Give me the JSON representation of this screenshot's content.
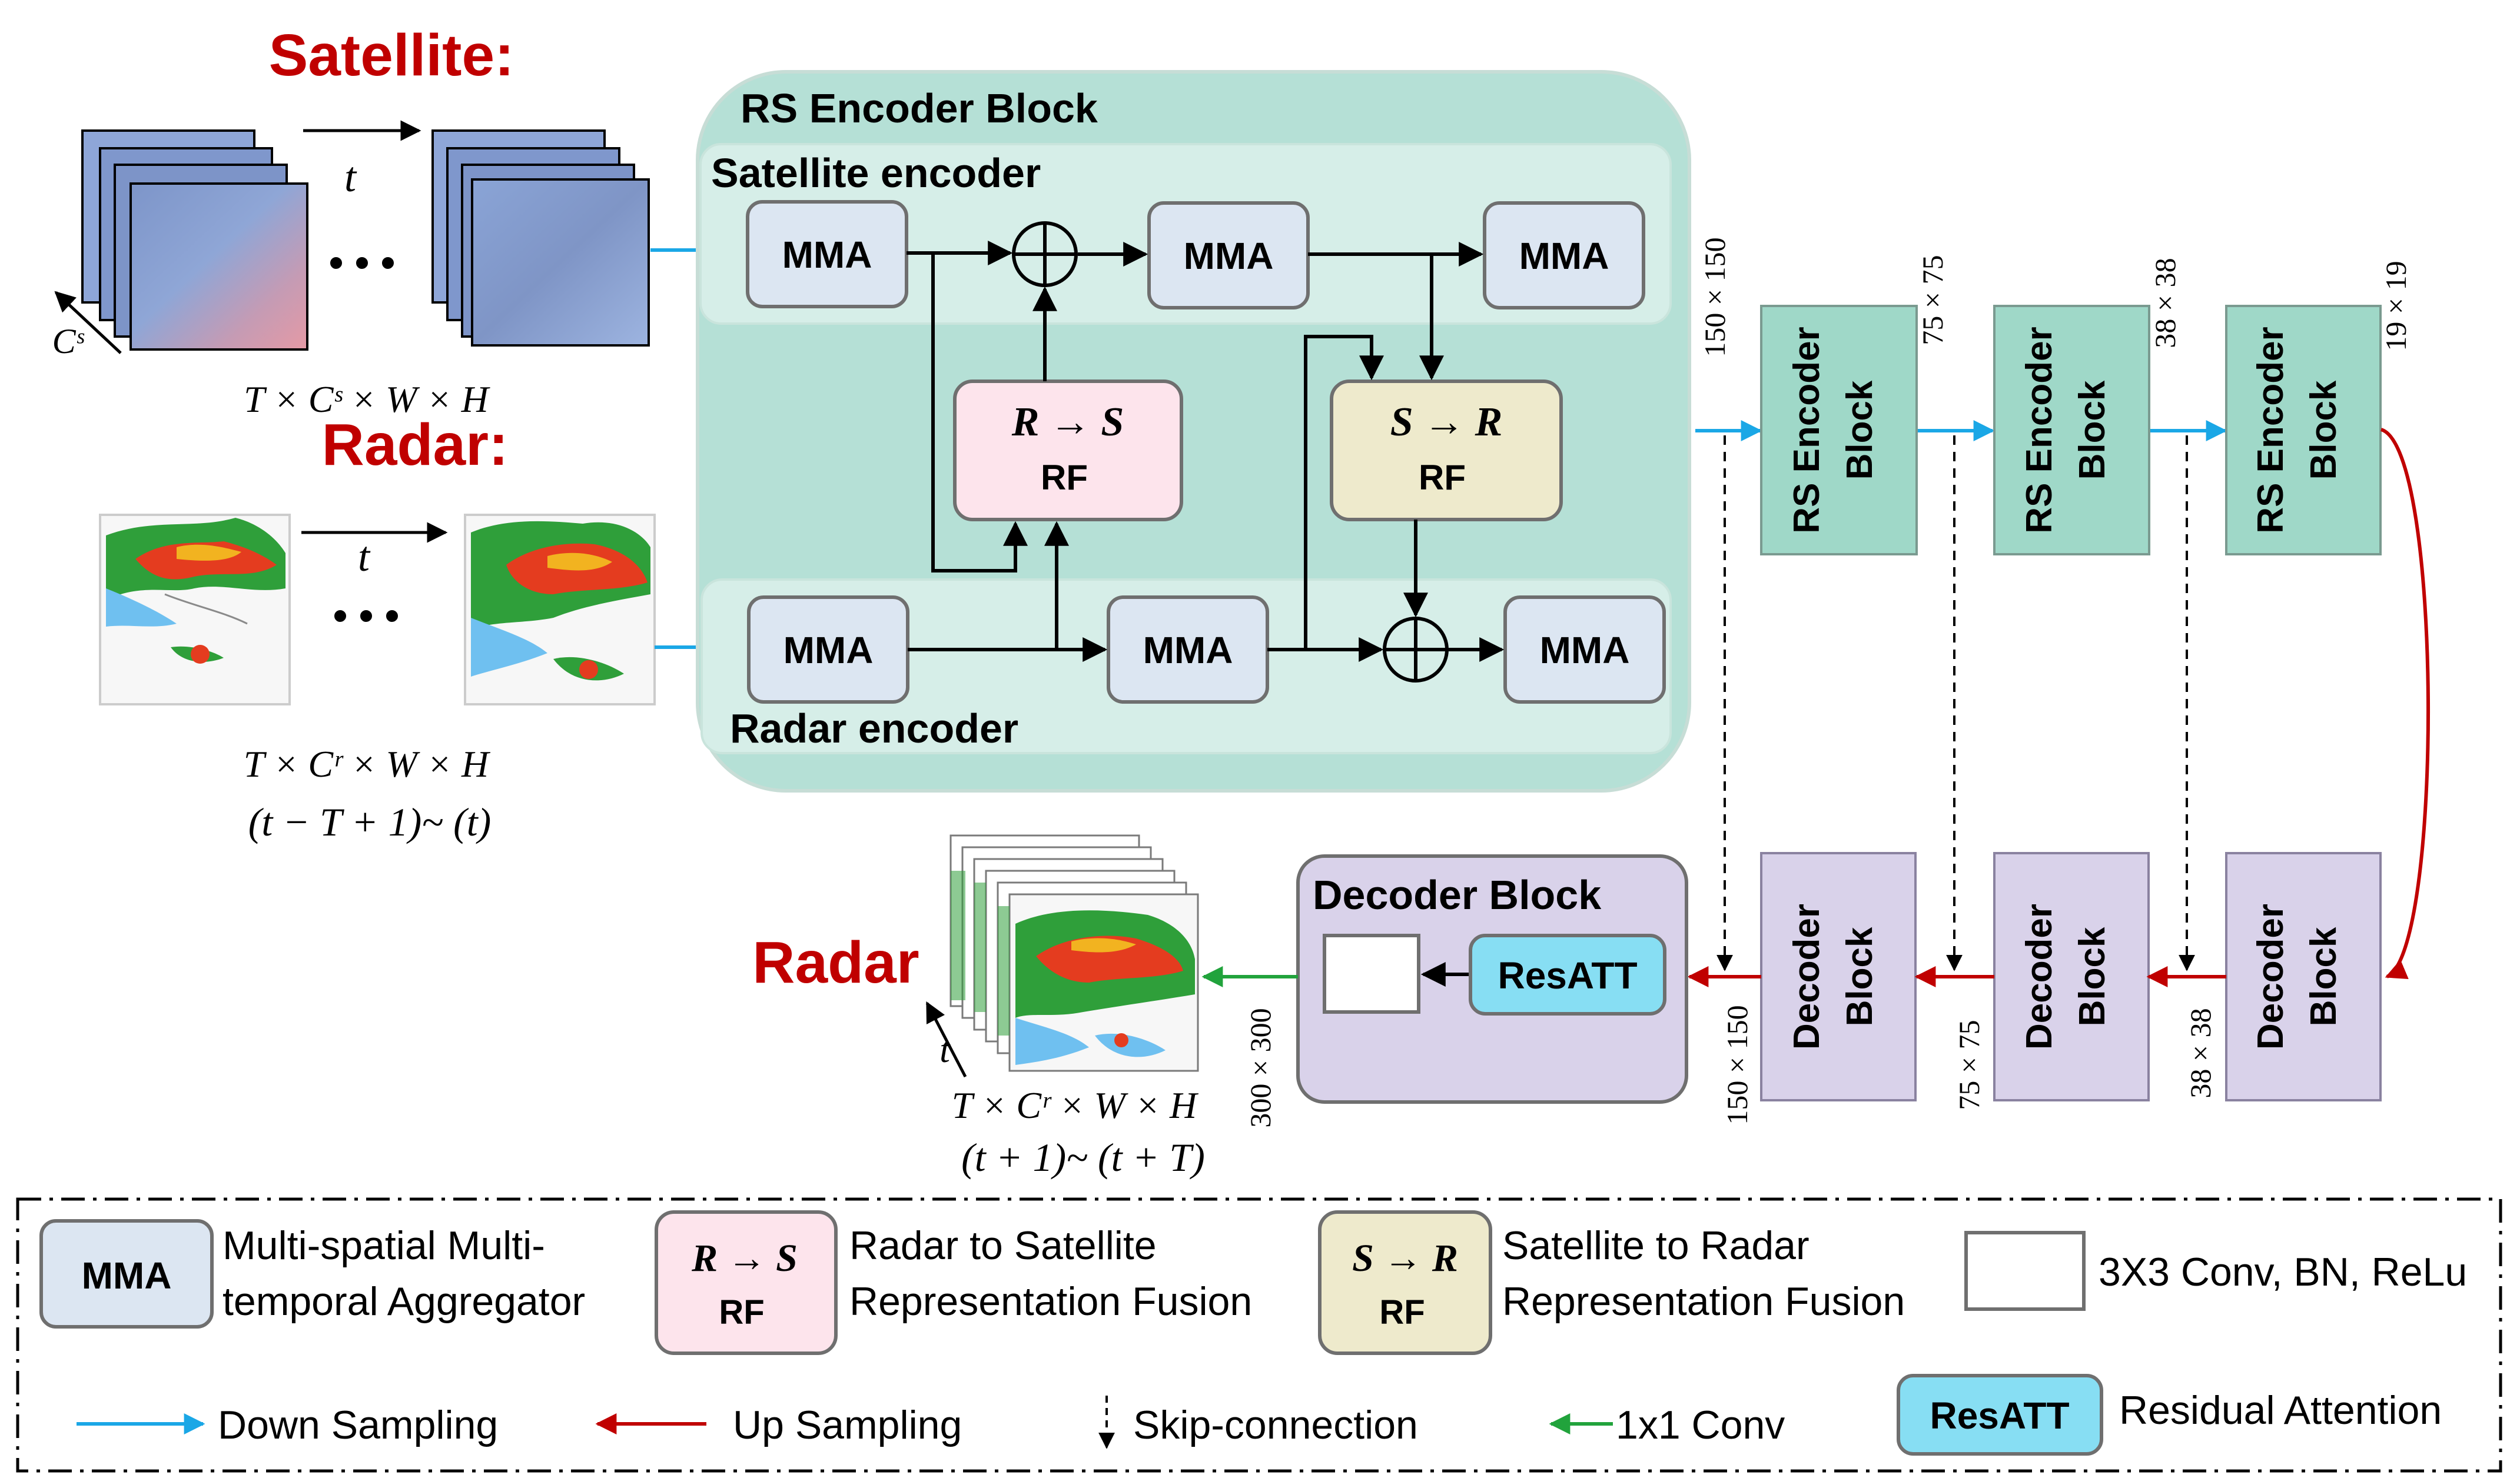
{
  "inputs": {
    "satellite_title": "Satellite:",
    "satellite_shape": "T × Cˢ × W × H",
    "satellite_time_label": "t",
    "satellite_channel_label": "Cˢ",
    "radar_title": "Radar:",
    "radar_shape": "T × Cʳ × W × H",
    "radar_range": "(t − T + 1)~ (t)",
    "radar_time_label": "t",
    "ellipsis": "• • •"
  },
  "encoder_block": {
    "title": "RS Encoder  Block",
    "satellite_encoder_label": "Satellite encoder",
    "radar_encoder_label": "Radar encoder",
    "mma_label": "MMA",
    "r2s_top": "R → S",
    "r2s_bottom": "RF",
    "s2r_top": "S → R",
    "s2r_bottom": "RF"
  },
  "pipeline": {
    "encoder_label_line1": "RS Encoder",
    "encoder_label_line2": "Block",
    "decoder_label_line1": "Decoder",
    "decoder_label_line2": "Block",
    "enc_sizes": [
      "150 × 150",
      "75 × 75",
      "38 × 38",
      "19 × 19"
    ],
    "dec_sizes": [
      "150 × 150",
      "75 × 75",
      "38 × 38"
    ],
    "out_size": "300 × 300"
  },
  "decoder_block": {
    "title": "Decoder Block",
    "resatt_label": "ResATT"
  },
  "output": {
    "title": "Radar",
    "shape": "T × Cʳ × W × H",
    "range": "(t + 1)~ (t + T)",
    "time_label": "t"
  },
  "legend": {
    "mma_box": "MMA",
    "mma_desc_line1": "Multi-spatial Multi-",
    "mma_desc_line2": "temporal Aggregator",
    "r2s_top": "R → S",
    "r2s_bottom": "RF",
    "r2s_desc_line1": "Radar to Satellite",
    "r2s_desc_line2": "Representation Fusion",
    "s2r_top": "S → R",
    "s2r_bottom": "RF",
    "s2r_desc_line1": "Satellite to Radar",
    "s2r_desc_line2": "Representation Fusion",
    "conv_desc": "3X3 Conv, BN, ReLu",
    "down_sampling": "Down Sampling",
    "up_sampling": "Up Sampling",
    "skip_connection": "Skip-connection",
    "conv1x1": "1x1 Conv",
    "resatt_box": "ResATT",
    "resatt_desc": "Residual Attention"
  },
  "colors": {
    "title_red": "#c00000",
    "encoder_outer": "#b5e0d6",
    "encoder_inner": "#d6eee8",
    "mma_fill": "#dce6f2",
    "r2s_fill": "#fde4ec",
    "s2r_fill": "#eeeacc",
    "encoder_block_fill": "#9fd8c8",
    "decoder_fill": "#d9d2ea",
    "resatt_fill": "#87def3",
    "down_arrow": "#1aa7e6",
    "up_arrow": "#c00000",
    "conv_arrow": "#21a33c"
  }
}
